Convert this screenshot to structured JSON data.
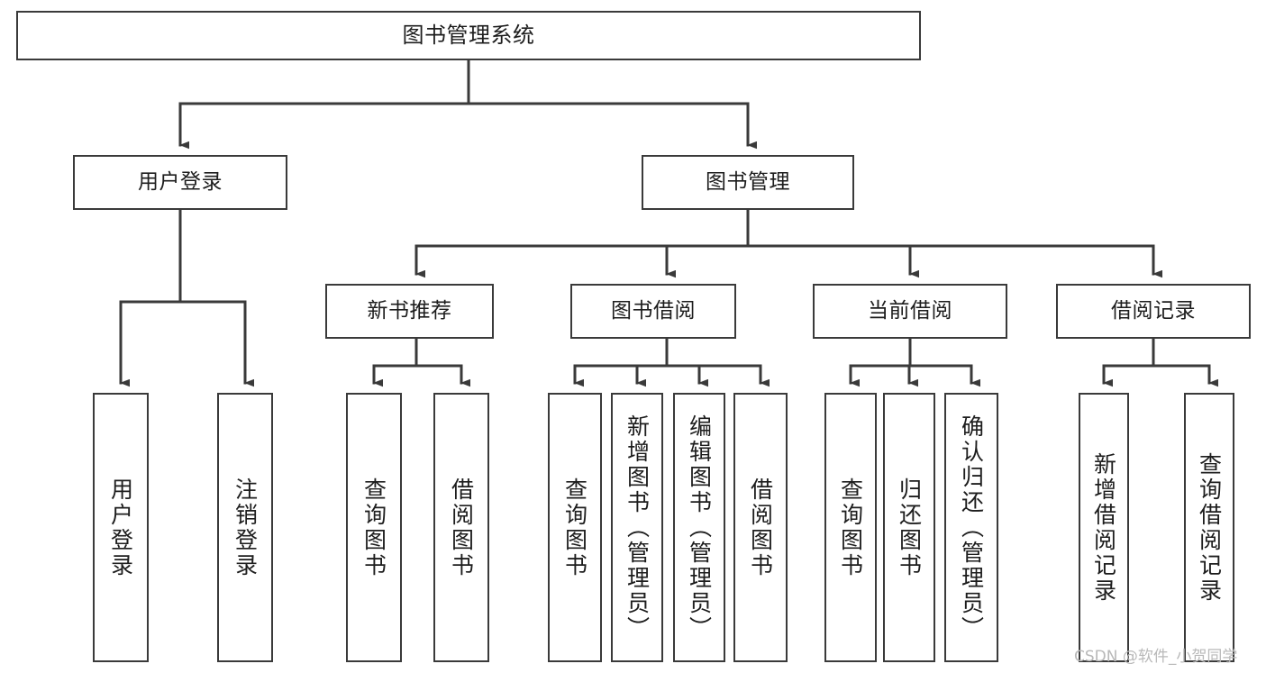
{
  "diagram": {
    "title": "图书管理系统",
    "type": "tree-hierarchy",
    "colors": {
      "box_border": "#3a3a3a",
      "box_fill": "#ffffff",
      "connector": "#3a3a3a",
      "text": "#1d1d1d",
      "watermark": "#b9b9b9",
      "background": "#ffffff"
    },
    "root": {
      "label": "图书管理系统"
    },
    "level2": [
      {
        "label": "用户登录"
      },
      {
        "label": "图书管理"
      }
    ],
    "level3": [
      {
        "label": "新书推荐"
      },
      {
        "label": "图书借阅"
      },
      {
        "label": "当前借阅"
      },
      {
        "label": "借阅记录"
      }
    ],
    "leaves": {
      "user_login": [
        {
          "label": "用户登录"
        },
        {
          "label": "注销登录"
        }
      ],
      "new_book_recommend": [
        {
          "label": "查询图书"
        },
        {
          "label": "借阅图书"
        }
      ],
      "book_borrow": [
        {
          "label": "查询图书"
        },
        {
          "label": "新增图书（管理员）"
        },
        {
          "label": "编辑图书（管理员）"
        },
        {
          "label": "借阅图书"
        }
      ],
      "current_borrow": [
        {
          "label": "查询图书"
        },
        {
          "label": "归还图书"
        },
        {
          "label": "确认归还（管理员）"
        }
      ],
      "borrow_record": [
        {
          "label": "新增借阅记录"
        },
        {
          "label": "查询借阅记录"
        }
      ]
    }
  },
  "watermark": {
    "text": "CSDN @软件_小贺同学"
  }
}
